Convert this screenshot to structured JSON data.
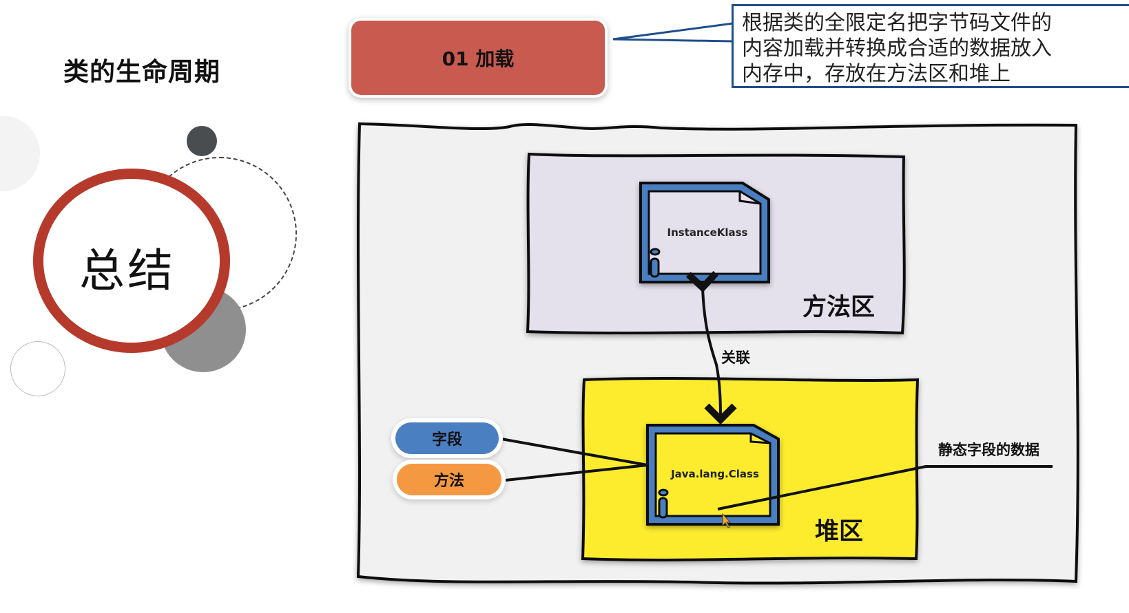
{
  "slide": {
    "title": "类的生命周期",
    "summary_label": "总结"
  },
  "stage": {
    "label": "01 加载",
    "color": "#c85a4f"
  },
  "callout": {
    "lines": [
      "根据类的全限定名把字节码文件的",
      "内容加载并转换成合适的数据放入",
      "内存中，存放在方法区和堆上"
    ],
    "border_color": "#1f4e8c"
  },
  "diagram": {
    "method_area": {
      "label": "方法区",
      "color": "#e4e0ec",
      "object": {
        "label": "InstanceKlass",
        "icon": "info-icon"
      }
    },
    "heap_area": {
      "label": "堆区",
      "color": "#fdec2e",
      "object": {
        "label": "Java.lang.Class",
        "icon": "info-icon"
      }
    },
    "association_label": "关联",
    "tags": [
      {
        "label": "字段",
        "color": "#4a7fc1"
      },
      {
        "label": "方法",
        "color": "#f59842"
      }
    ],
    "static_field_label": "静态字段的数据"
  },
  "colors": {
    "red_ring": "#b63a2c",
    "dark_dot": "#4a4d4f",
    "gray_circle": "#8f8f8f",
    "file_blue": "#4a7fc1"
  }
}
